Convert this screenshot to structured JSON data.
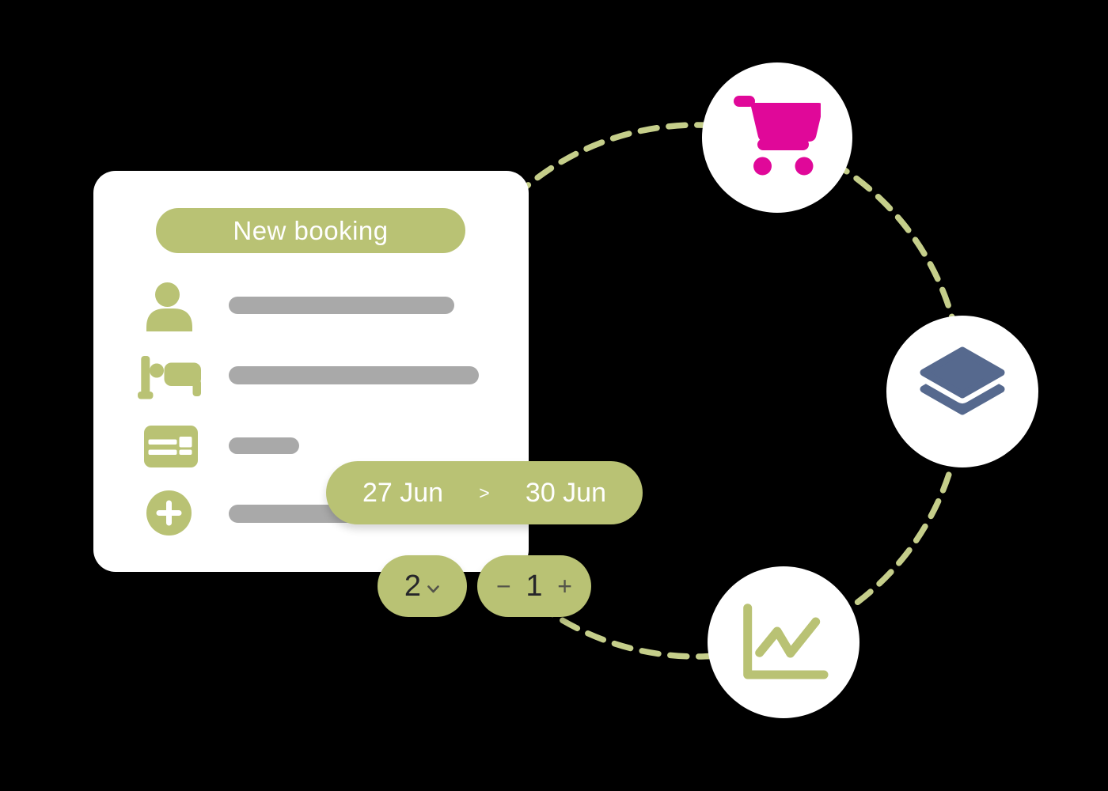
{
  "colors": {
    "bg": "#000000",
    "card_bg": "#ffffff",
    "olive": "#b9c274",
    "dash": "#c5ce8a",
    "magenta": "#e00899",
    "slate": "#56698e",
    "gray": "#a9a9a9",
    "ink": "#26262a",
    "subtle": "#54544a"
  },
  "booking_card": {
    "button_label": "New booking",
    "fields": [
      {
        "icon": "person-icon"
      },
      {
        "icon": "bed-icon"
      },
      {
        "icon": "credit-card-icon"
      },
      {
        "icon": "add-icon"
      }
    ]
  },
  "date_pill": {
    "start": "27 Jun",
    "separator": ">",
    "end": "30 Jun"
  },
  "guests_pill": {
    "value": "2"
  },
  "quantity_stepper": {
    "decrement": "−",
    "value": "1",
    "increment": "+"
  },
  "badges": [
    {
      "icon": "shopping-cart-icon",
      "color": "#e00899"
    },
    {
      "icon": "layers-icon",
      "color": "#56698e"
    },
    {
      "icon": "line-chart-icon",
      "color": "#b9c274"
    }
  ]
}
